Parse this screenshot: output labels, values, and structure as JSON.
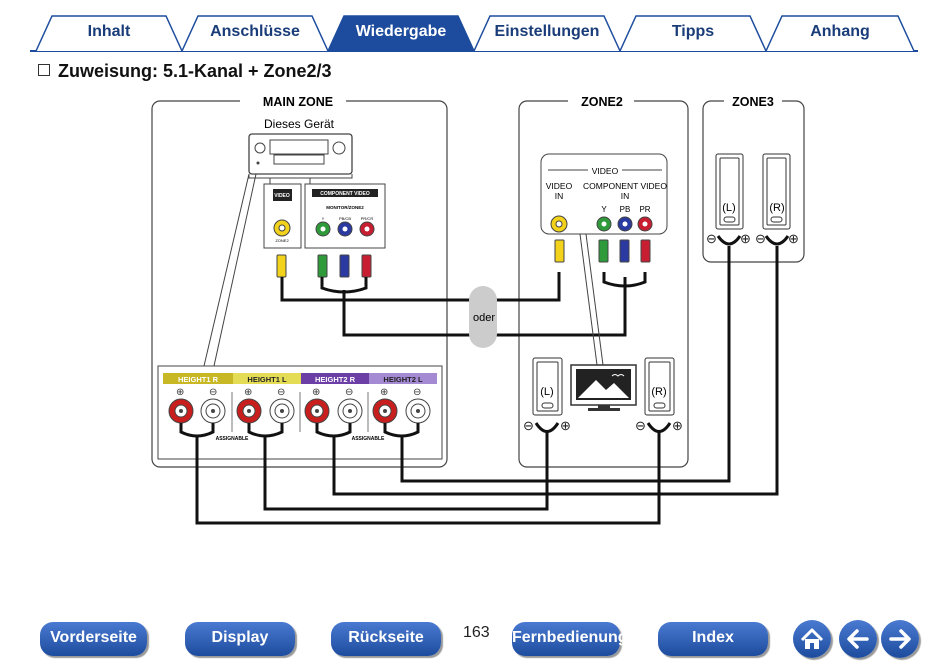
{
  "tabs": [
    {
      "label": "Inhalt",
      "active": false
    },
    {
      "label": "Anschlüsse",
      "active": false
    },
    {
      "label": "Wiedergabe",
      "active": true
    },
    {
      "label": "Einstellungen",
      "active": false
    },
    {
      "label": "Tipps",
      "active": false
    },
    {
      "label": "Anhang",
      "active": false
    }
  ],
  "heading": "Zuweisung: 5.1-Kanal + Zone2/3",
  "diagram": {
    "main_zone": "MAIN ZONE",
    "zone2": "ZONE2",
    "zone3": "ZONE3",
    "device": "Dieses Gerät",
    "video_label": "VIDEO",
    "component_video_label": "COMPONENT VIDEO",
    "monitor_zone2": "MONITOR/ZONE2",
    "zone2_small": "ZONE2",
    "comp_y": "Y",
    "comp_pb": "PB/CB",
    "comp_pr": "PR/CR",
    "oder": "oder",
    "tv_video": "VIDEO",
    "tv_video_in_1": "VIDEO",
    "tv_video_in_2": "IN",
    "tv_component_1": "COMPONENT VIDEO",
    "tv_component_2": "IN",
    "tv_y": "Y",
    "tv_pb": "PB",
    "tv_pr": "PR",
    "spk_left": "(L)",
    "spk_right": "(R)",
    "terminals": [
      "HEIGHT1 R",
      "HEIGHT1 L",
      "HEIGHT2 R",
      "HEIGHT2 L"
    ],
    "assignable": "ASSIGNABLE",
    "plus": "⊕",
    "minus": "⊖"
  },
  "colors": {
    "tab_active": "#1d4c9e",
    "tab_text": "#1a3d7a",
    "height1": "#c8b825",
    "height2": "#6b3fa6",
    "red_terminal": "#c81e1e",
    "yellow": "#f2d21b",
    "green": "#2e9a3a",
    "blue": "#2b3aa0",
    "red": "#c81e32"
  },
  "footer": {
    "buttons": [
      "Vorderseite",
      "Display",
      "Rückseite",
      "Fernbedienung",
      "Index"
    ],
    "page": "163",
    "home_icon": "home-icon",
    "back_icon": "arrow-left-icon",
    "forward_icon": "arrow-right-icon"
  }
}
